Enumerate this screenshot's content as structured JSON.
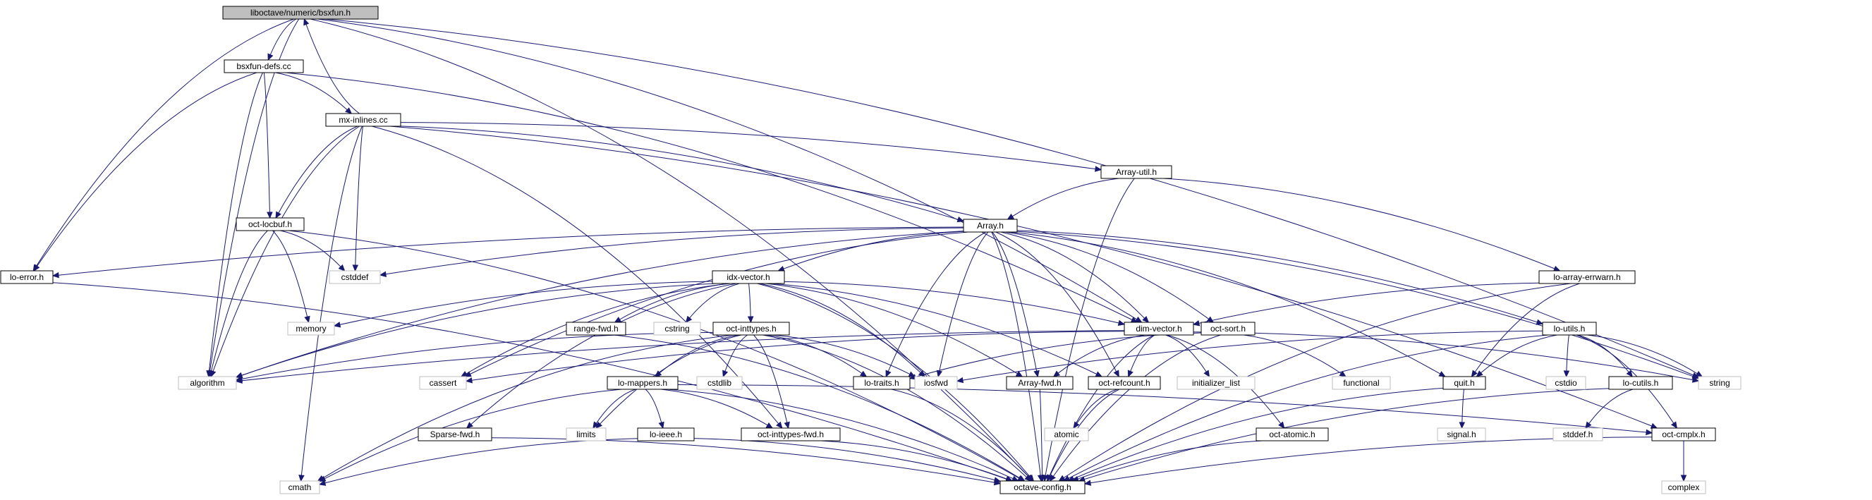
{
  "root": "liboctave/numeric/bsxfun.h",
  "nodes": {
    "bsxfun_h": {
      "label": "liboctave/numeric/bsxfun.h",
      "kind": "root"
    },
    "bsxfun_defs_cc": {
      "label": "bsxfun-defs.cc",
      "kind": "file"
    },
    "mx_inlines_cc": {
      "label": "mx-inlines.cc",
      "kind": "file"
    },
    "array_util_h": {
      "label": "Array-util.h",
      "kind": "file"
    },
    "oct_locbuf_h": {
      "label": "oct-locbuf.h",
      "kind": "file"
    },
    "array_h": {
      "label": "Array.h",
      "kind": "file"
    },
    "lo_error_h": {
      "label": "lo-error.h",
      "kind": "file"
    },
    "cstddef": {
      "label": "cstddef",
      "kind": "system"
    },
    "idx_vector_h": {
      "label": "idx-vector.h",
      "kind": "file"
    },
    "lo_array_errwarn_h": {
      "label": "lo-array-errwarn.h",
      "kind": "file"
    },
    "memory": {
      "label": "memory",
      "kind": "system"
    },
    "range_fwd_h": {
      "label": "range-fwd.h",
      "kind": "file"
    },
    "cstring": {
      "label": "cstring",
      "kind": "system"
    },
    "oct_inttypes_h": {
      "label": "oct-inttypes.h",
      "kind": "file"
    },
    "dim_vector_h": {
      "label": "dim-vector.h",
      "kind": "file"
    },
    "oct_sort_h": {
      "label": "oct-sort.h",
      "kind": "file"
    },
    "lo_utils_h": {
      "label": "lo-utils.h",
      "kind": "file"
    },
    "algorithm": {
      "label": "algorithm",
      "kind": "system"
    },
    "cassert": {
      "label": "cassert",
      "kind": "system"
    },
    "cstdlib": {
      "label": "cstdlib",
      "kind": "system"
    },
    "lo_mappers_h": {
      "label": "lo-mappers.h",
      "kind": "file"
    },
    "lo_traits_h": {
      "label": "lo-traits.h",
      "kind": "file"
    },
    "iosfwd": {
      "label": "iosfwd",
      "kind": "system"
    },
    "array_fwd_h": {
      "label": "Array-fwd.h",
      "kind": "file"
    },
    "oct_refcount_h": {
      "label": "oct-refcount.h",
      "kind": "file"
    },
    "initializer_list": {
      "label": "initializer_list",
      "kind": "system"
    },
    "functional": {
      "label": "functional",
      "kind": "system"
    },
    "quit_h": {
      "label": "quit.h",
      "kind": "file"
    },
    "cstdio": {
      "label": "cstdio",
      "kind": "system"
    },
    "lo_cutils_h": {
      "label": "lo-cutils.h",
      "kind": "file"
    },
    "string": {
      "label": "string",
      "kind": "system"
    },
    "limits": {
      "label": "limits",
      "kind": "system"
    },
    "lo_ieee_h": {
      "label": "lo-ieee.h",
      "kind": "file"
    },
    "oct_inttypes_fwd_h": {
      "label": "oct-inttypes-fwd.h",
      "kind": "file"
    },
    "atomic": {
      "label": "atomic",
      "kind": "system"
    },
    "oct_atomic_h": {
      "label": "oct-atomic.h",
      "kind": "file"
    },
    "signal_h": {
      "label": "signal.h",
      "kind": "system"
    },
    "stddef_h": {
      "label": "stddef.h",
      "kind": "system"
    },
    "oct_cmplx_h": {
      "label": "oct-cmplx.h",
      "kind": "file"
    },
    "sparse_fwd_h": {
      "label": "Sparse-fwd.h",
      "kind": "file"
    },
    "cmath": {
      "label": "cmath",
      "kind": "system"
    },
    "octave_config_h": {
      "label": "octave-config.h",
      "kind": "file"
    },
    "complex": {
      "label": "complex",
      "kind": "system"
    }
  },
  "edges": [
    [
      "bsxfun_h",
      "bsxfun_defs_cc"
    ],
    [
      "bsxfun_h",
      "lo_error_h"
    ],
    [
      "bsxfun_h",
      "algorithm"
    ],
    [
      "bsxfun_h",
      "dim_vector_h"
    ],
    [
      "bsxfun_h",
      "string"
    ],
    [
      "bsxfun_h",
      "octave_config_h"
    ],
    [
      "bsxfun_defs_cc",
      "mx_inlines_cc"
    ],
    [
      "bsxfun_defs_cc",
      "oct_locbuf_h"
    ],
    [
      "bsxfun_defs_cc",
      "lo_error_h"
    ],
    [
      "bsxfun_defs_cc",
      "algorithm"
    ],
    [
      "bsxfun_defs_cc",
      "dim_vector_h"
    ],
    [
      "mx_inlines_cc",
      "bsxfun_h"
    ],
    [
      "mx_inlines_cc",
      "array_util_h"
    ],
    [
      "mx_inlines_cc",
      "oct_locbuf_h"
    ],
    [
      "mx_inlines_cc",
      "array_h"
    ],
    [
      "mx_inlines_cc",
      "cstddef"
    ],
    [
      "mx_inlines_cc",
      "algorithm"
    ],
    [
      "mx_inlines_cc",
      "cmath"
    ],
    [
      "mx_inlines_cc",
      "oct_inttypes_fwd_h"
    ],
    [
      "mx_inlines_cc",
      "oct_cmplx_h"
    ],
    [
      "array_util_h",
      "array_h"
    ],
    [
      "array_util_h",
      "lo_array_errwarn_h"
    ],
    [
      "array_util_h",
      "octave_config_h"
    ],
    [
      "oct_locbuf_h",
      "cstddef"
    ],
    [
      "oct_locbuf_h",
      "memory"
    ],
    [
      "oct_locbuf_h",
      "algorithm"
    ],
    [
      "oct_locbuf_h",
      "octave_config_h"
    ],
    [
      "array_h",
      "lo_error_h"
    ],
    [
      "array_h",
      "cstddef"
    ],
    [
      "array_h",
      "idx_vector_h"
    ],
    [
      "array_h",
      "algorithm"
    ],
    [
      "array_h",
      "cassert"
    ],
    [
      "array_h",
      "dim_vector_h"
    ],
    [
      "array_h",
      "oct_sort_h"
    ],
    [
      "array_h",
      "lo_traits_h"
    ],
    [
      "array_h",
      "iosfwd"
    ],
    [
      "array_h",
      "array_fwd_h"
    ],
    [
      "array_h",
      "oct_refcount_h"
    ],
    [
      "array_h",
      "quit_h"
    ],
    [
      "array_h",
      "lo_utils_h"
    ],
    [
      "array_h",
      "string"
    ],
    [
      "array_h",
      "octave_config_h"
    ],
    [
      "lo_error_h",
      "octave_config_h"
    ],
    [
      "idx_vector_h",
      "memory"
    ],
    [
      "idx_vector_h",
      "range_fwd_h"
    ],
    [
      "idx_vector_h",
      "cstring"
    ],
    [
      "idx_vector_h",
      "oct_inttypes_h"
    ],
    [
      "idx_vector_h",
      "dim_vector_h"
    ],
    [
      "idx_vector_h",
      "algorithm"
    ],
    [
      "idx_vector_h",
      "cassert"
    ],
    [
      "idx_vector_h",
      "iosfwd"
    ],
    [
      "idx_vector_h",
      "array_fwd_h"
    ],
    [
      "idx_vector_h",
      "oct_refcount_h"
    ],
    [
      "idx_vector_h",
      "sparse_fwd_h"
    ],
    [
      "idx_vector_h",
      "octave_config_h"
    ],
    [
      "lo_array_errwarn_h",
      "dim_vector_h"
    ],
    [
      "lo_array_errwarn_h",
      "quit_h"
    ],
    [
      "lo_array_errwarn_h",
      "octave_config_h"
    ],
    [
      "range_fwd_h",
      "octave_config_h"
    ],
    [
      "oct_inttypes_h",
      "cstdlib"
    ],
    [
      "oct_inttypes_h",
      "lo_mappers_h"
    ],
    [
      "oct_inttypes_h",
      "lo_traits_h"
    ],
    [
      "oct_inttypes_h",
      "iosfwd"
    ],
    [
      "oct_inttypes_h",
      "limits"
    ],
    [
      "oct_inttypes_h",
      "oct_inttypes_fwd_h"
    ],
    [
      "oct_inttypes_h",
      "cmath"
    ],
    [
      "oct_inttypes_h",
      "octave_config_h"
    ],
    [
      "oct_inttypes_h",
      "algorithm"
    ],
    [
      "dim_vector_h",
      "algorithm"
    ],
    [
      "dim_vector_h",
      "cassert"
    ],
    [
      "dim_vector_h",
      "initializer_list"
    ],
    [
      "dim_vector_h",
      "string"
    ],
    [
      "dim_vector_h",
      "array_fwd_h"
    ],
    [
      "dim_vector_h",
      "oct_refcount_h"
    ],
    [
      "dim_vector_h",
      "oct_atomic_h"
    ],
    [
      "dim_vector_h",
      "octave_config_h"
    ],
    [
      "oct_sort_h",
      "functional"
    ],
    [
      "oct_sort_h",
      "lo_traits_h"
    ],
    [
      "oct_sort_h",
      "octave_config_h"
    ],
    [
      "lo_utils_h",
      "quit_h"
    ],
    [
      "lo_utils_h",
      "cstdio"
    ],
    [
      "lo_utils_h",
      "lo_cutils_h"
    ],
    [
      "lo_utils_h",
      "string"
    ],
    [
      "lo_utils_h",
      "oct_cmplx_h"
    ],
    [
      "lo_utils_h",
      "iosfwd"
    ],
    [
      "lo_utils_h",
      "octave_config_h"
    ],
    [
      "lo_mappers_h",
      "limits"
    ],
    [
      "lo_mappers_h",
      "lo_ieee_h"
    ],
    [
      "lo_mappers_h",
      "oct_inttypes_fwd_h"
    ],
    [
      "lo_mappers_h",
      "cmath"
    ],
    [
      "lo_mappers_h",
      "oct_cmplx_h"
    ],
    [
      "lo_mappers_h",
      "octave_config_h"
    ],
    [
      "lo_traits_h",
      "octave_config_h"
    ],
    [
      "array_fwd_h",
      "octave_config_h"
    ],
    [
      "oct_refcount_h",
      "atomic"
    ],
    [
      "oct_refcount_h",
      "octave_config_h"
    ],
    [
      "quit_h",
      "signal_h"
    ],
    [
      "quit_h",
      "octave_config_h"
    ],
    [
      "lo_cutils_h",
      "stddef_h"
    ],
    [
      "lo_cutils_h",
      "octave_config_h"
    ],
    [
      "lo_ieee_h",
      "cmath"
    ],
    [
      "lo_ieee_h",
      "octave_config_h"
    ],
    [
      "oct_inttypes_fwd_h",
      "octave_config_h"
    ],
    [
      "oct_atomic_h",
      "octave_config_h"
    ],
    [
      "oct_cmplx_h",
      "complex"
    ],
    [
      "oct_cmplx_h",
      "octave_config_h"
    ],
    [
      "sparse_fwd_h",
      "octave_config_h"
    ]
  ]
}
